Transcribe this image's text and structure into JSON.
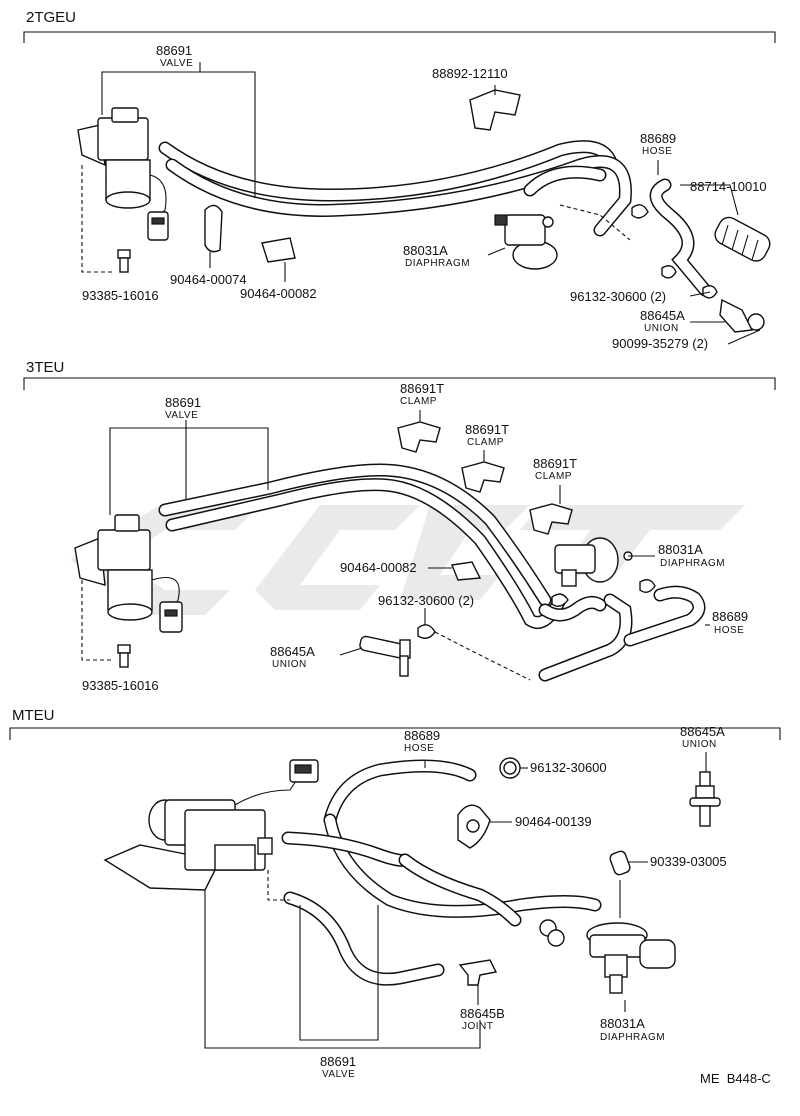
{
  "sections": [
    {
      "id": "2tgeu",
      "title": "2TGEU",
      "labels": [
        {
          "key": "valve",
          "number": "88691",
          "name": "VALVE"
        },
        {
          "key": "bracket",
          "number": "88892-12110",
          "name": ""
        },
        {
          "key": "hose",
          "number": "88689",
          "name": "HOSE"
        },
        {
          "key": "hose-end",
          "number": "88714-10010",
          "name": ""
        },
        {
          "key": "diaphragm",
          "number": "88031A",
          "name": "DIAPHRAGM"
        },
        {
          "key": "clip1",
          "number": "90464-00074",
          "name": ""
        },
        {
          "key": "clip2",
          "number": "90464-00082",
          "name": ""
        },
        {
          "key": "bolt",
          "number": "93385-16016",
          "name": ""
        },
        {
          "key": "clamp",
          "number": "96132-30600 (2)",
          "name": ""
        },
        {
          "key": "union",
          "number": "88645A",
          "name": "UNION"
        },
        {
          "key": "ring",
          "number": "90099-35279 (2)",
          "name": ""
        }
      ]
    },
    {
      "id": "3teu",
      "title": "3TEU",
      "labels": [
        {
          "key": "valve",
          "number": "88691",
          "name": "VALVE"
        },
        {
          "key": "clamp-a",
          "number": "88691T",
          "name": "CLAMP"
        },
        {
          "key": "clamp-b",
          "number": "88691T",
          "name": "CLAMP"
        },
        {
          "key": "clamp-c",
          "number": "88691T",
          "name": "CLAMP"
        },
        {
          "key": "diaphragm",
          "number": "88031A",
          "name": "DIAPHRAGM"
        },
        {
          "key": "clip",
          "number": "90464-00082",
          "name": ""
        },
        {
          "key": "clamp2",
          "number": "96132-30600 (2)",
          "name": ""
        },
        {
          "key": "hose",
          "number": "88689",
          "name": "HOSE"
        },
        {
          "key": "union",
          "number": "88645A",
          "name": "UNION"
        },
        {
          "key": "bolt",
          "number": "93385-16016",
          "name": ""
        }
      ]
    },
    {
      "id": "mteu",
      "title": "MTEU",
      "labels": [
        {
          "key": "hose",
          "number": "88689",
          "name": "HOSE"
        },
        {
          "key": "clamp",
          "number": "96132-30600",
          "name": ""
        },
        {
          "key": "union",
          "number": "88645A",
          "name": "UNION"
        },
        {
          "key": "clip",
          "number": "90464-00139",
          "name": ""
        },
        {
          "key": "cap",
          "number": "90339-03005",
          "name": ""
        },
        {
          "key": "joint",
          "number": "88645B",
          "name": "JOINT"
        },
        {
          "key": "diaphragm",
          "number": "88031A",
          "name": "DIAPHRAGM"
        },
        {
          "key": "valve",
          "number": "88691",
          "name": "VALVE"
        }
      ]
    }
  ],
  "reference": "ME  B448-C"
}
